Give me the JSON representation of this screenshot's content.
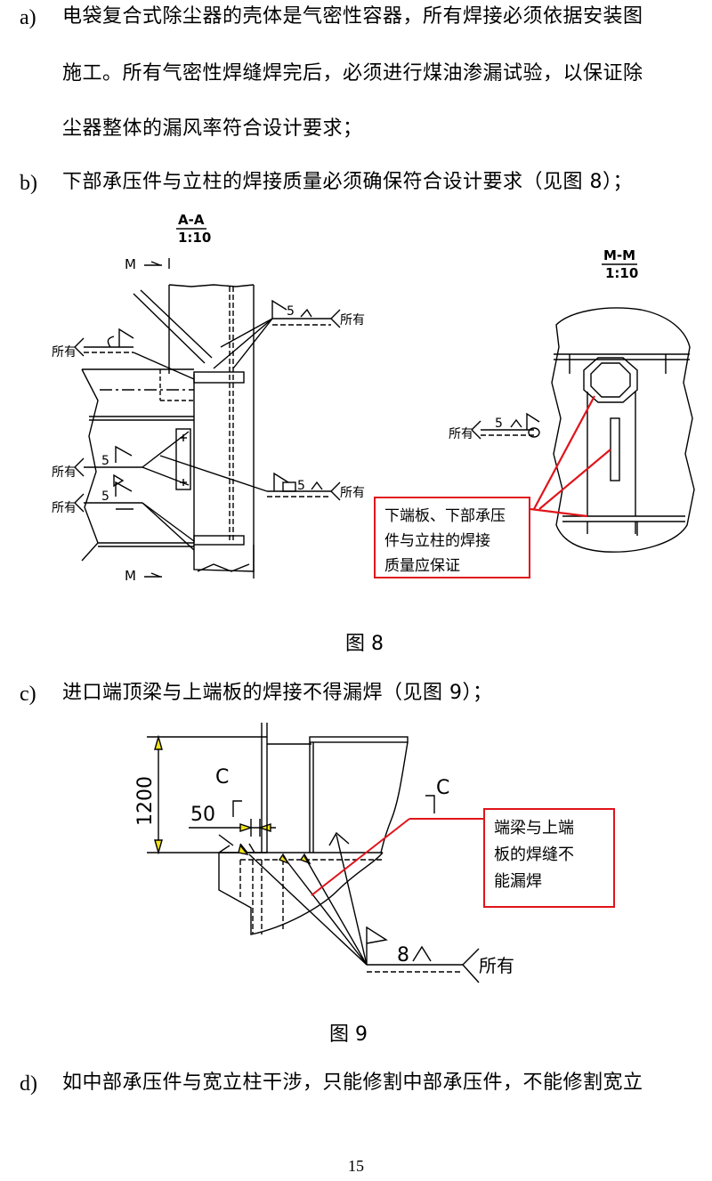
{
  "items": [
    {
      "marker": "a)",
      "lines": [
        "电袋复合式除尘器的壳体是气密性容器，所有焊接必须依据安装图",
        "施工。所有气密性焊缝焊完后，必须进行煤油渗漏试验，以保证除",
        "尘器整体的漏风率符合设计要求；"
      ]
    },
    {
      "marker": "b)",
      "lines": [
        "下部承压件与立柱的焊接质量必须确保符合设计要求（见图 8）；"
      ]
    },
    {
      "marker": "c)",
      "lines": [
        "进口端顶梁与上端板的焊接不得漏焊（见图 9）；"
      ]
    },
    {
      "marker": "d)",
      "lines": [
        "如中部承压件与宽立柱干涉，只能修割中部承压件，不能修割宽立"
      ]
    }
  ],
  "figure8": {
    "caption": "图 8",
    "section_aa": {
      "name": "A-A",
      "scale": "1:10"
    },
    "section_mm": {
      "name": "M-M",
      "scale": "1:10"
    },
    "cut_mark": "M",
    "weld_all_label": "所有",
    "weld_size": "5",
    "callout": "下端板、下部承压\n件与立柱的焊接\n质量应保证"
  },
  "figure9": {
    "caption": "图 9",
    "dim_height": "1200",
    "dim_width": "50",
    "section_mark": "C",
    "weld_size": "8",
    "weld_all_label": "所有",
    "callout": "端梁与上端\n板的焊缝不\n能漏焊"
  },
  "page_number": "15",
  "colors": {
    "callout_border": "#e0141a",
    "leader_red": "#e0141a",
    "dim_arrow_fill": "#f2e318",
    "line": "#000000"
  }
}
